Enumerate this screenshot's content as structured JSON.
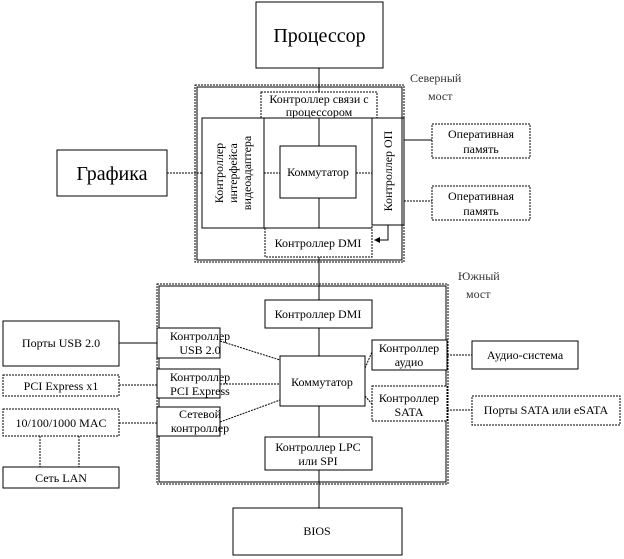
{
  "processor": "Процессор",
  "graphics": "Графика",
  "north_bridge": {
    "label": [
      "Северный",
      "мост"
    ],
    "cpu_ctrl": [
      "Контроллер связи с",
      "процессором"
    ],
    "video_ctrl": [
      "Контроллер",
      "интерфейса",
      "видеоадаптера"
    ],
    "switch": "Коммутатор",
    "mem_ctrl": "Контроллер ОП",
    "dmi_ctrl": "Контроллер DMI"
  },
  "ram": [
    [
      "Оперативная",
      "память"
    ],
    [
      "Оперативная",
      "память"
    ]
  ],
  "south_bridge": {
    "label": [
      "Южный",
      "мост"
    ],
    "dmi_ctrl": "Контроллер DMI",
    "usb_ctrl": [
      "Контроллер",
      "USB 2.0"
    ],
    "pcie_ctrl": [
      "Контроллер",
      "PCI Express"
    ],
    "net_ctrl": [
      "Сетевой",
      "контроллер"
    ],
    "switch": "Коммутатор",
    "audio_ctrl": [
      "Контроллер",
      "аудио"
    ],
    "sata_ctrl": [
      "Контроллер",
      "SATA"
    ],
    "lpc_ctrl": [
      "Контроллер LPC",
      "или SPI"
    ]
  },
  "peripherals": {
    "usb_ports": "Порты USB 2.0",
    "pcie_x1": "PCI Express x1",
    "mac": "10/100/1000 MAC",
    "lan": "Сеть LAN",
    "audio_system": "Аудио-система",
    "sata_ports": "Порты SATA или eSATA"
  },
  "bios": "BIOS"
}
